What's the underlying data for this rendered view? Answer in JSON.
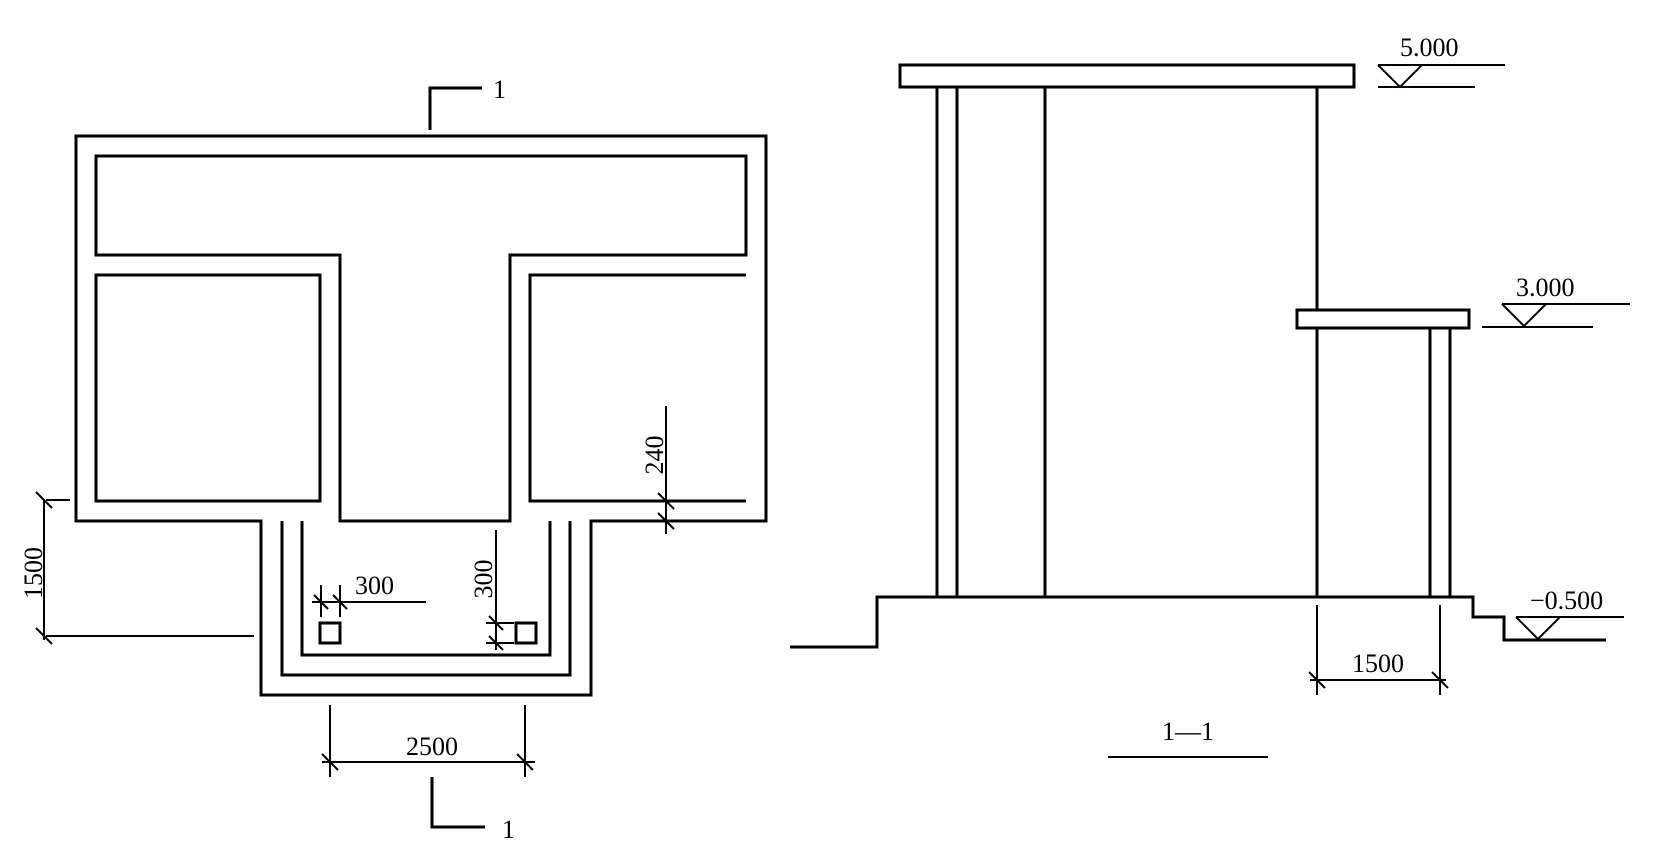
{
  "plan": {
    "section_mark_top": "1",
    "section_mark_bottom": "1",
    "dim_1500": "1500",
    "dim_300_h": "300",
    "dim_300_v": "300",
    "dim_240": "240",
    "dim_2500": "2500"
  },
  "section": {
    "title": "1—1",
    "elev_top": "5.000",
    "elev_mid": "3.000",
    "elev_low": "−0.500",
    "dim_1500": "1500"
  }
}
